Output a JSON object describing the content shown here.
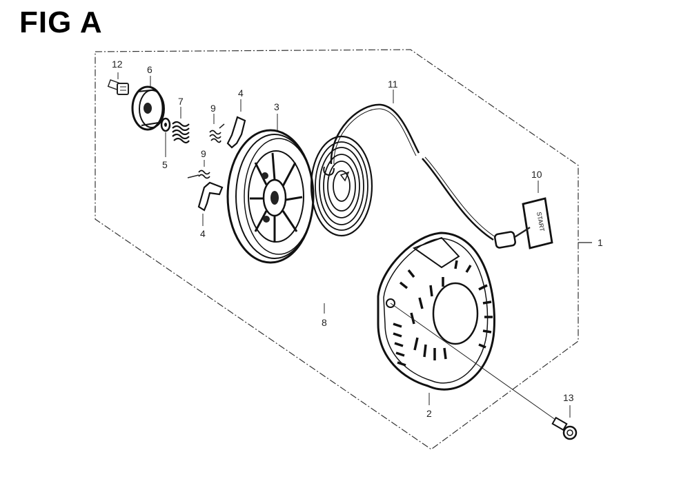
{
  "title": "FIG A",
  "callouts": {
    "c1": "1",
    "c2": "2",
    "c3": "3",
    "c4a": "4",
    "c4b": "4",
    "c5": "5",
    "c6": "6",
    "c7": "7",
    "c8": "8",
    "c9a": "9",
    "c9b": "9",
    "c10": "10",
    "c11": "11",
    "c12": "12",
    "c13": "13"
  },
  "handle_text": "START"
}
